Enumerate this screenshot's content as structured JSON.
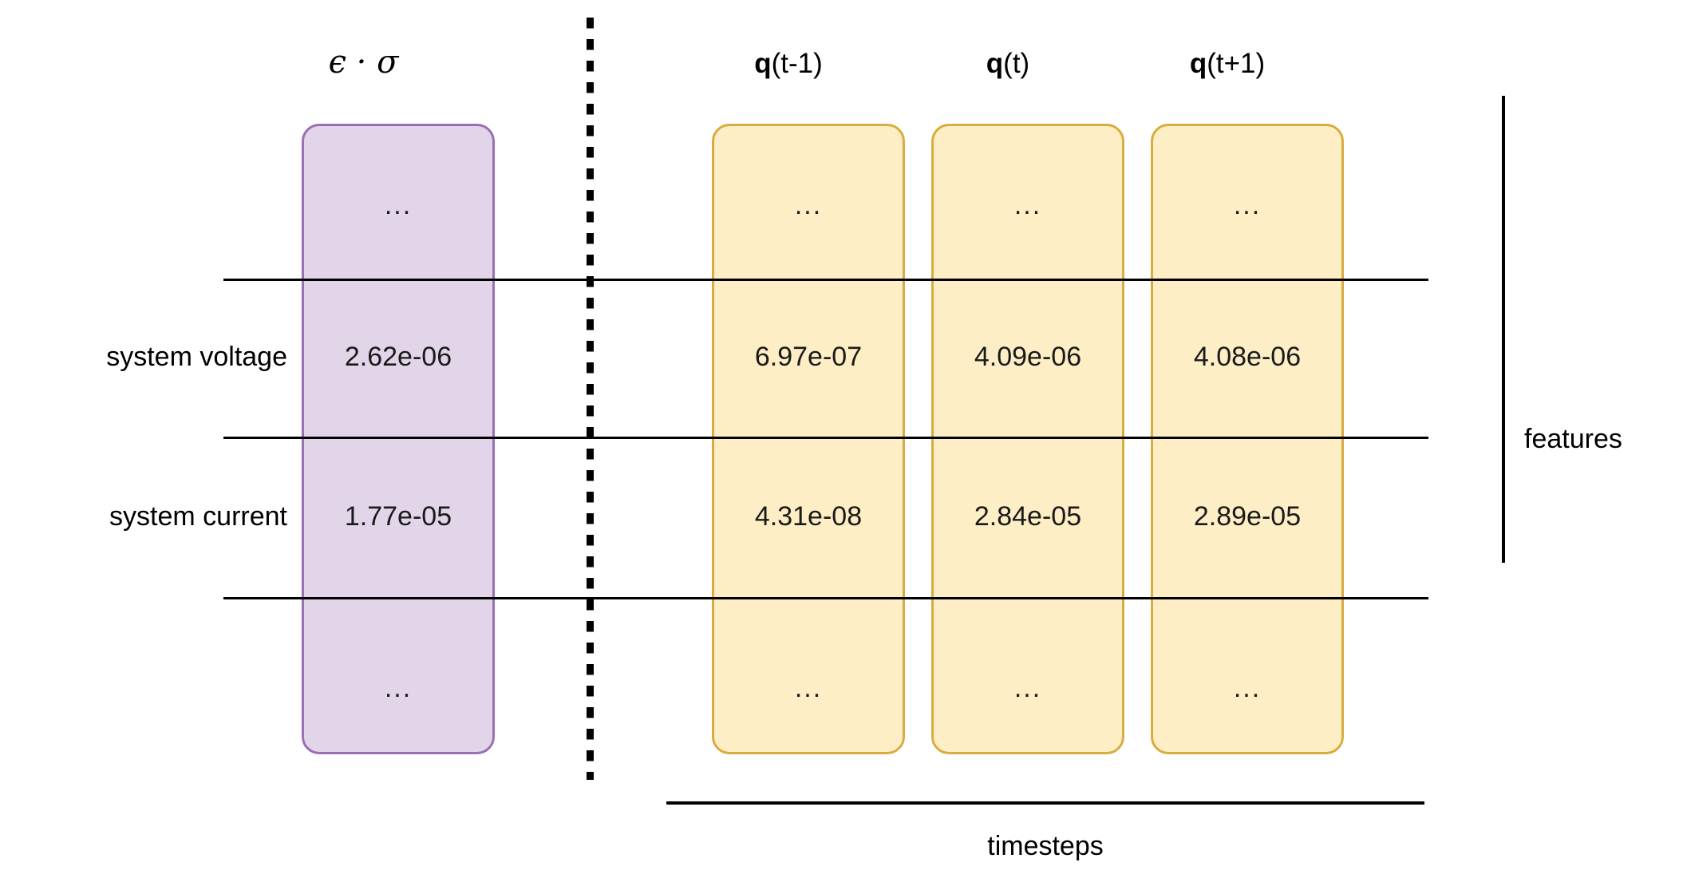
{
  "figure": {
    "title": "",
    "background_color": "#ffffff"
  },
  "colors": {
    "purple_fill": "#e2d5ea",
    "purple_border": "#9a6fb4",
    "yellow_fill": "#fdeec5",
    "yellow_border": "#d8ac3e",
    "rule": "#000000",
    "text": "#000000"
  },
  "row_labels": [
    {
      "label": "system voltage"
    },
    {
      "label": "system current"
    }
  ],
  "ellipsis": "...",
  "columns": [
    {
      "id": "epsilon-sigma",
      "header_math": "ϵ · σ",
      "header_prefix": "",
      "header_suffix": "",
      "style": "purple",
      "cells": {
        "top_ellipsis": "...",
        "system_voltage": "2.62e-06",
        "system_current": "1.77e-05",
        "bottom_ellipsis": "..."
      }
    },
    {
      "id": "q-t-minus-1",
      "header_math": "",
      "header_prefix": "q",
      "header_suffix": "(t-1)",
      "style": "yellow",
      "cells": {
        "top_ellipsis": "...",
        "system_voltage": "6.97e-07",
        "system_current": "4.31e-08",
        "bottom_ellipsis": "..."
      }
    },
    {
      "id": "q-t",
      "header_math": "",
      "header_prefix": "q",
      "header_suffix": "(t)",
      "style": "yellow",
      "cells": {
        "top_ellipsis": "...",
        "system_voltage": "4.09e-06",
        "system_current": "2.84e-05",
        "bottom_ellipsis": "..."
      }
    },
    {
      "id": "q-t-plus-1",
      "header_math": "",
      "header_prefix": "q",
      "header_suffix": "(t+1)",
      "style": "yellow",
      "cells": {
        "top_ellipsis": "...",
        "system_voltage": "4.08e-06",
        "system_current": "2.89e-05",
        "bottom_ellipsis": "..."
      }
    }
  ],
  "axis_brackets": {
    "features": "features",
    "timesteps": "timesteps"
  },
  "chart_data": {
    "type": "table",
    "title": "",
    "xlabel": "timesteps",
    "ylabel": "features",
    "columns": [
      "ϵ · σ",
      "q(t-1)",
      "q(t)",
      "q(t+1)"
    ],
    "rows": [
      "...",
      "system voltage",
      "system current",
      "..."
    ],
    "values": [
      [
        "...",
        "...",
        "...",
        "..."
      ],
      [
        "2.62e-06",
        "6.97e-07",
        "4.09e-06",
        "4.08e-06"
      ],
      [
        "1.77e-05",
        "4.31e-08",
        "2.84e-05",
        "2.89e-05"
      ],
      [
        "...",
        "...",
        "...",
        "..."
      ]
    ],
    "grid": false,
    "legend": "none",
    "annotations": [
      "dotted vertical divider separating the ϵ · σ column from the q(t) timestep columns"
    ]
  }
}
